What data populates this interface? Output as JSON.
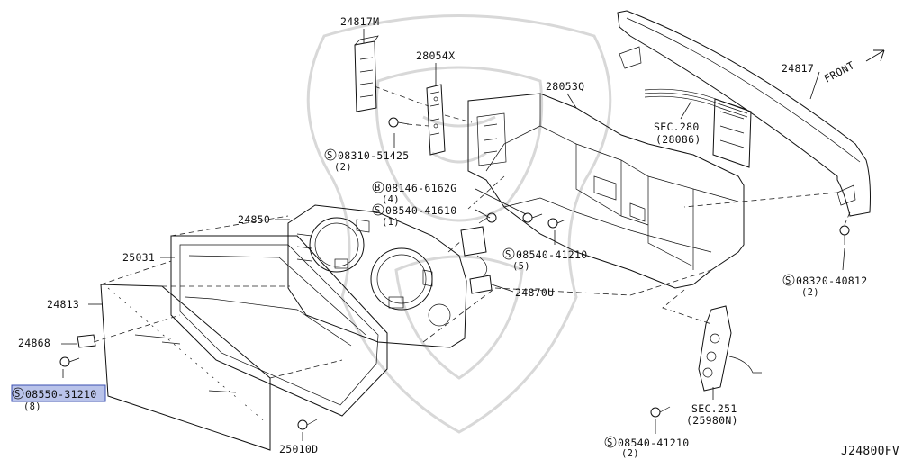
{
  "diagram_code": "J24800FV",
  "front_arrow_label": "FRONT",
  "selected_callout": "08550-31210",
  "callouts": {
    "p24817m": {
      "text": "24817M"
    },
    "p28054x": {
      "text": "28054X"
    },
    "p28053q": {
      "text": "28053Q"
    },
    "p24817": {
      "text": "24817"
    },
    "sec280": {
      "text": "SEC.280",
      "sub": "(28086)"
    },
    "s08310_51425": {
      "prefix": "S",
      "text": "08310-51425",
      "qty": "(2)"
    },
    "b08146_6162g": {
      "prefix": "B",
      "text": "08146-6162G",
      "qty": "(4)"
    },
    "s08540_41610": {
      "prefix": "S",
      "text": "08540-41610",
      "qty": "(1)"
    },
    "p24850": {
      "text": "24850"
    },
    "p25031": {
      "text": "25031"
    },
    "s08540_41210_a": {
      "prefix": "S",
      "text": "08540-41210",
      "qty": "(5)"
    },
    "p24870u": {
      "text": "24870U"
    },
    "s08320_40812": {
      "prefix": "S",
      "text": "08320-40812",
      "qty": "(2)"
    },
    "p24813": {
      "text": "24813"
    },
    "p24868": {
      "text": "24868"
    },
    "s08550_31210": {
      "prefix": "S",
      "text": "08550-31210",
      "qty": "(8)"
    },
    "sec251": {
      "text": "SEC.251",
      "sub": "(25980N)"
    },
    "p25010d": {
      "text": "25010D"
    },
    "s08540_41210_b": {
      "prefix": "S",
      "text": "08540-41210",
      "qty": "(2)"
    }
  },
  "colors": {
    "line": "#111111",
    "selection_fill": "#b9c3ea",
    "selection_border": "#3a4fb0",
    "watermark": "#d8d8d8"
  }
}
